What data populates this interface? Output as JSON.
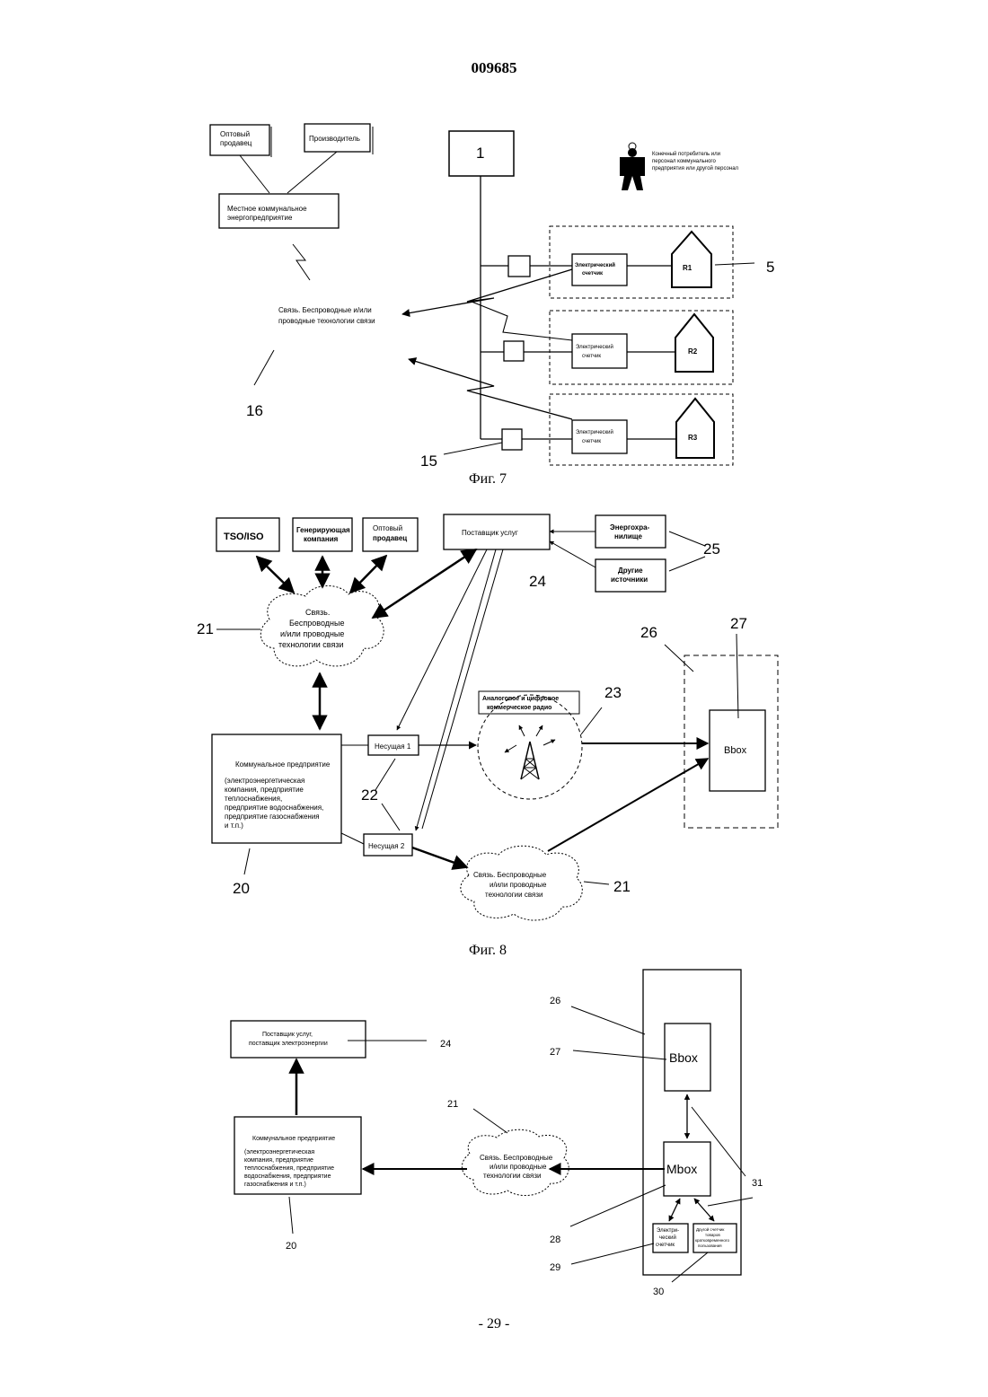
{
  "header": {
    "doc_number": "009685"
  },
  "footer": {
    "page_label": "- 29 -"
  },
  "fig7": {
    "caption": "Фиг. 7",
    "wholesaler": [
      "Оптовый",
      "продавец"
    ],
    "producer": "Производитель",
    "local_utility": [
      "Местное коммунальное",
      "энергопредприятие"
    ],
    "comm": [
      "Связь. Беспроводные и/или",
      "проводные технологии связи"
    ],
    "box_1": "1",
    "consumer": [
      "Конечный потребитель или",
      "персонал коммунального",
      "предприятия или другой персонал"
    ],
    "meters": [
      [
        "Электрический",
        "счетчик"
      ],
      [
        "Электрический",
        "счетчик"
      ],
      [
        "Электрический",
        "счетчик"
      ]
    ],
    "houses": [
      "R1",
      "R2",
      "R3"
    ],
    "ref_5": "5",
    "ref_15": "15",
    "ref_16": "16"
  },
  "fig8": {
    "caption": "Фиг. 8",
    "tso": "TSO/ISO",
    "genco": [
      "Генерирующая",
      "компания"
    ],
    "wholesaler": [
      "Оптовый",
      "продавец"
    ],
    "provider": "Поставщик услуг",
    "storage": [
      "Энергохра-",
      "нилище"
    ],
    "other_sources": [
      "Другие",
      "источники"
    ],
    "cloud_top": [
      "Связь.",
      "Беспроводные",
      "и/или проводные",
      "технологии связи"
    ],
    "radio": [
      "Аналоговое и цифровое",
      "коммерческое радио"
    ],
    "utility_title": "Коммунальное предприятие",
    "utility_detail": [
      "(электроэнергетическая",
      "компания, предприятие",
      "теплоснабжения,",
      "предприятие водоснабжения,",
      "предприятие газоснабжения",
      "и т.п.)"
    ],
    "carrier_1": "Несущая 1",
    "carrier_2": "Несущая 2",
    "cloud_bottom": [
      "Связь. Беспроводные",
      "и/или проводные",
      "технологии связи"
    ],
    "bbox": "Bbox",
    "refs": {
      "r20": "20",
      "r21a": "21",
      "r21b": "21",
      "r22": "22",
      "r23": "23",
      "r24": "24",
      "r25": "25",
      "r26": "26",
      "r27": "27"
    }
  },
  "fig9": {
    "provider": [
      "Поставщик услуг,",
      "поставщик электроэнергии"
    ],
    "utility_title": "Коммунальное предприятие",
    "utility_detail": [
      "(электроэнергетическая",
      "компания, предприятие",
      "теплоснабжения, предприятие",
      "водоснабжения, предприятие",
      "газоснабжения и т.п.)"
    ],
    "cloud": [
      "Связь. Беспроводные",
      "и/или проводные",
      "технологии связи"
    ],
    "bbox": "Bbox",
    "mbox": "Mbox",
    "meter": [
      "Электри-",
      "ческий",
      "счетчик"
    ],
    "other_meter": [
      "Другой счетчик",
      "товаров",
      "кратковременного",
      "пользования"
    ],
    "refs": {
      "r20": "20",
      "r21": "21",
      "r24": "24",
      "r26": "26",
      "r27": "27",
      "r28": "28",
      "r29": "29",
      "r30": "30",
      "r31": "31"
    }
  }
}
